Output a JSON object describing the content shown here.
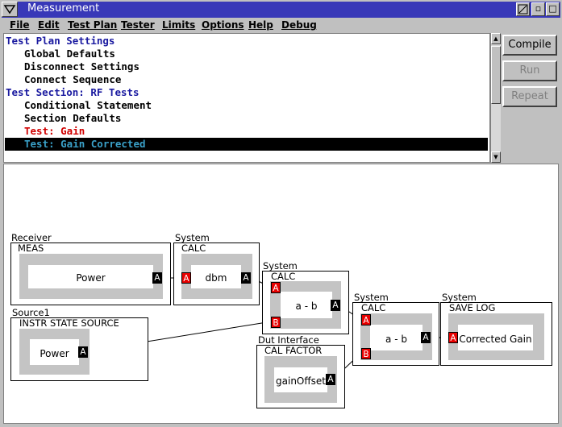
{
  "window": {
    "title": "Measurement",
    "minimize_glyph": "▫",
    "maximize_glyph": "□"
  },
  "menu": [
    "File",
    "Edit",
    "Test Plan",
    "Tester",
    "Limits",
    "Options",
    "Help",
    "Debug"
  ],
  "tree": [
    {
      "label": "Test Plan Settings",
      "color": "#1a1aa0"
    },
    {
      "label": "Global Defaults",
      "color": "#000000"
    },
    {
      "label": "Disconnect Settings",
      "color": "#000000"
    },
    {
      "label": "Connect Sequence",
      "color": "#000000"
    },
    {
      "label": "Test Section: RF Tests",
      "color": "#1a1aa0"
    },
    {
      "label": "Conditional Statement",
      "color": "#000000"
    },
    {
      "label": "Section Defaults",
      "color": "#000000"
    },
    {
      "label": "Test: Gain",
      "color": "#d00000"
    },
    {
      "label": "Test: Gain Corrected",
      "color": "#3aa0c8",
      "selected": true
    }
  ],
  "buttons": {
    "compile": "Compile",
    "run": "Run",
    "repeat": "Repeat"
  },
  "blocks": {
    "receiver": {
      "category": "Receiver",
      "type": "MEAS",
      "name": "Power"
    },
    "system1": {
      "category": "System",
      "type": "CALC",
      "name": "dbm"
    },
    "system2": {
      "category": "System",
      "type": "CALC",
      "name": "a - b"
    },
    "source1": {
      "category": "Source1",
      "type": "INSTR STATE SOURCE",
      "name": "Power"
    },
    "system3": {
      "category": "System",
      "type": "CALC",
      "name": "a - b"
    },
    "dut": {
      "category": "Dut Interface",
      "type": "CAL FACTOR",
      "name": "gainOffset"
    },
    "system4": {
      "category": "System",
      "type": "SAVE LOG",
      "name": "Corrected Gain"
    }
  },
  "ports": {
    "a": "A",
    "b": "B"
  },
  "colors": {
    "titlebar": "#3838b8",
    "selection": "#000000",
    "port_in": "#e80000",
    "port_out": "#000000"
  }
}
